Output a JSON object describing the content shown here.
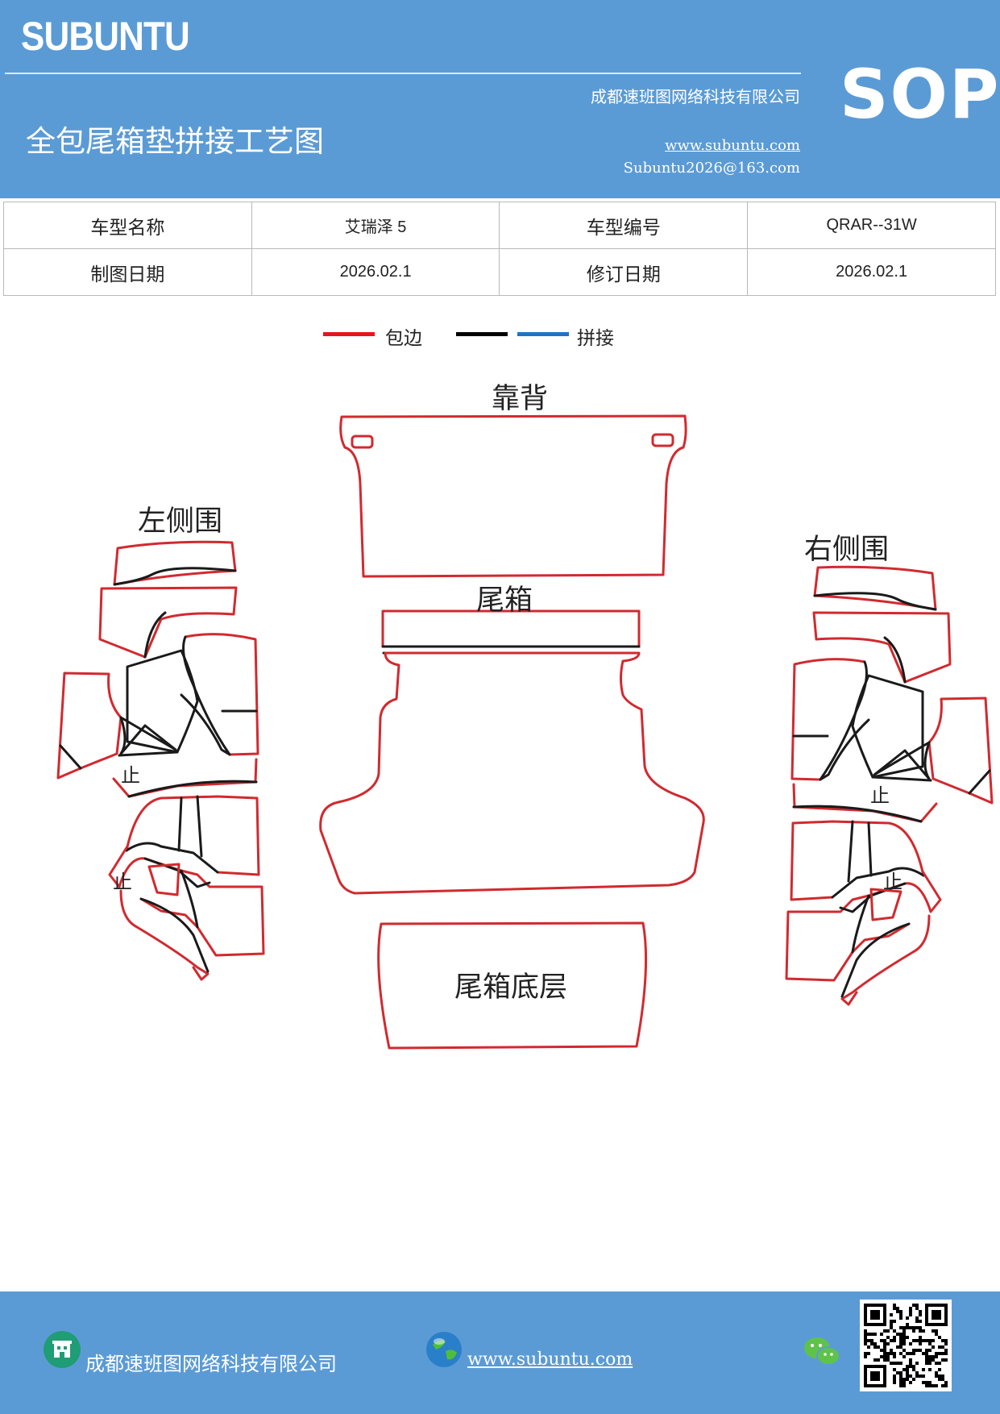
{
  "header": {
    "brand": "SUBUNTU",
    "company": "成都速班图网络科技有限公司",
    "title": "全包尾箱垫拼接工艺图",
    "website": "www.subuntu.com",
    "email": "Subuntu2026@163.com",
    "badge": "SOP"
  },
  "info_table": {
    "row1": {
      "label1": "车型名称",
      "value1": "艾瑞泽 5",
      "label2": "车型编号",
      "value2": "QRAR--31W"
    },
    "row2": {
      "label1": "制图日期",
      "value1": "2026.02.1",
      "label2": "修订日期",
      "value2": "2026.02.1"
    }
  },
  "legend": {
    "items": [
      {
        "label": "包边",
        "color": "#e8141c"
      },
      {
        "label": "",
        "color": "#000000"
      },
      {
        "label": "拼接",
        "color": "#1f73c4"
      }
    ]
  },
  "diagram": {
    "parts": {
      "backrest": "靠背",
      "left_side": "左侧围",
      "right_side": "右侧围",
      "trunk": "尾箱",
      "trunk_bottom": "尾箱底层"
    },
    "marks": {
      "left_top": "止",
      "left_bottom": "止",
      "right_top": "止",
      "right_bottom": "止"
    },
    "colors": {
      "edge": "#d12a2f",
      "seam": "#1a1a1a"
    }
  },
  "footer": {
    "company": "成都速班图网络科技有限公司",
    "website": "www.subuntu.com",
    "icons": [
      "building-icon",
      "globe-icon",
      "wechat-icon",
      "qr-code"
    ]
  }
}
